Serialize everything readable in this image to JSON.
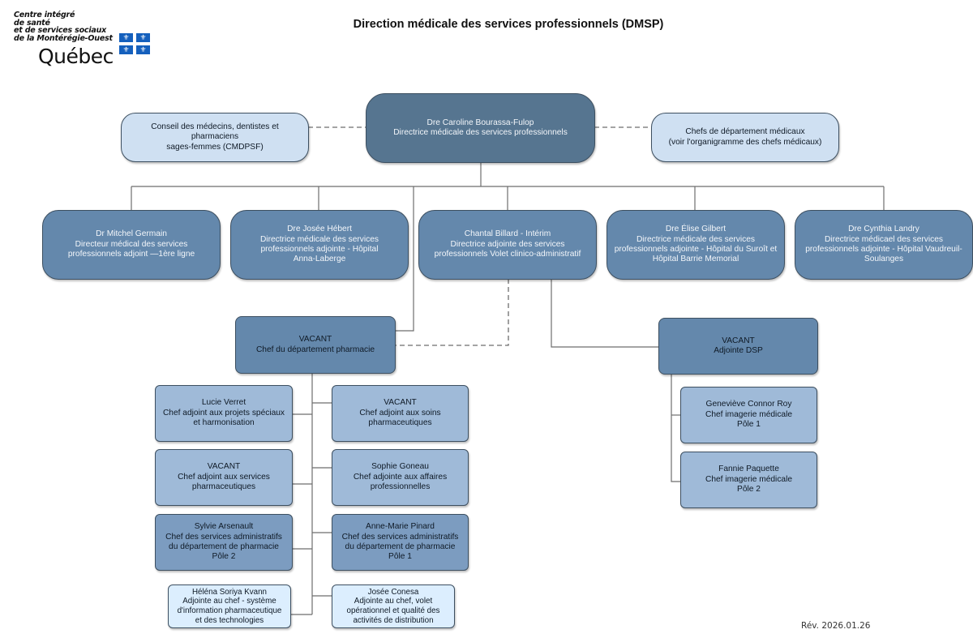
{
  "logo": {
    "lines": [
      "Centre intégré",
      "de santé",
      "et de services sociaux",
      "de la Montérégie-Ouest"
    ],
    "wordmark": "Québec",
    "flag_icon": "fleur-de-lis"
  },
  "title": "Direction médicale des services professionnels (DMSP)",
  "revision": "Rév. 2026.01.26",
  "nodes": {
    "director": {
      "name": "Dre Caroline Bourassa-Fulop",
      "role": "Directrice médicale des services professionnels"
    },
    "cmdpsf": {
      "lines": [
        "Conseil des médecins, dentistes et pharmaciens",
        "sages-femmes (CMDPSF)"
      ]
    },
    "chefs_medicaux": {
      "lines": [
        "Chefs de département médicaux",
        "(voir l'organigramme des chefs médicaux)"
      ]
    },
    "adjoints": [
      {
        "name": "Dr Mitchel Germain",
        "role": "Directeur médical des services professionnels adjoint —1ère ligne"
      },
      {
        "name": "Dre Josée Hébert",
        "role": "Directrice médicale des services professionnels adjointe - Hôpital Anna-Laberge"
      },
      {
        "name": "Chantal Billard - Intérim",
        "role": "Directrice adjointe des services professionnels Volet clinico-administratif"
      },
      {
        "name": "Dre Élise Gilbert",
        "role": "Directrice médicale des services professionnels adjointe - Hôpital du Suroît et Hôpital Barrie Memorial"
      },
      {
        "name": "Dre Cynthia Landry",
        "role": "Directrice médicael des services professionnels adjointe - Hôpital Vaudreuil-Soulanges"
      }
    ],
    "pharmacie": {
      "name": "VACANT",
      "role": "Chef du département pharmacie"
    },
    "adjointe_dsp": {
      "name": "VACANT",
      "role": "Adjointe DSP"
    },
    "pharmacie_left": [
      {
        "name": "Lucie Verret",
        "role": "Chef adjoint aux projets spéciaux et harmonisation"
      },
      {
        "name": "VACANT",
        "role": "Chef adjoint aux services pharmaceutiques"
      },
      {
        "name": "Sylvie Arsenault",
        "role": "Chef des services administratifs du département de pharmacie",
        "extra": "Pôle 2"
      },
      {
        "name": "Héléna Soriya Kvann",
        "role": "Adjointe au chef - système d'information pharmaceutique et des technologies"
      }
    ],
    "pharmacie_right": [
      {
        "name": "VACANT",
        "role": "Chef adjoint aux soins pharmaceutiques"
      },
      {
        "name": "Sophie Goneau",
        "role": "Chef adjointe aux affaires professionnelles"
      },
      {
        "name": "Anne-Marie Pinard",
        "role": "Chef des services administratifs du département de pharmacie",
        "extra": "Pôle 1"
      },
      {
        "name": "Josée Conesa",
        "role": "Adjointe au chef, volet opérationnel et qualité des activités de distribution"
      }
    ],
    "imagerie": [
      {
        "name": "Geneviève Connor Roy",
        "role": "Chef imagerie médicale",
        "extra": "Pôle 1"
      },
      {
        "name": "Fannie Paquette",
        "role": "Chef imagerie médicale",
        "extra": "Pôle 2"
      }
    ]
  }
}
